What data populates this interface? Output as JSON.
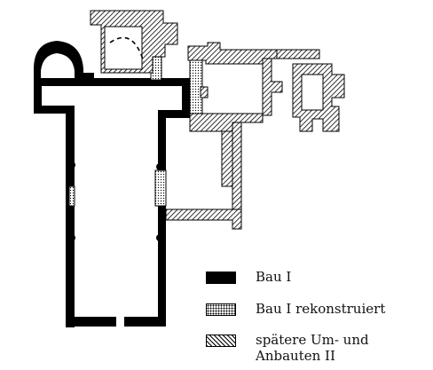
{
  "legend": [
    {
      "key": "bau1",
      "label": "Bau I",
      "pattern": "solid"
    },
    {
      "key": "bau1-rek",
      "label": "Bau I rekonstruiert",
      "pattern": "dotted"
    },
    {
      "key": "spaetere",
      "label": "spätere Um- und Anbauten II",
      "pattern": "hatched"
    }
  ],
  "colors": {
    "ink": "#000000",
    "paper": "#ffffff"
  }
}
